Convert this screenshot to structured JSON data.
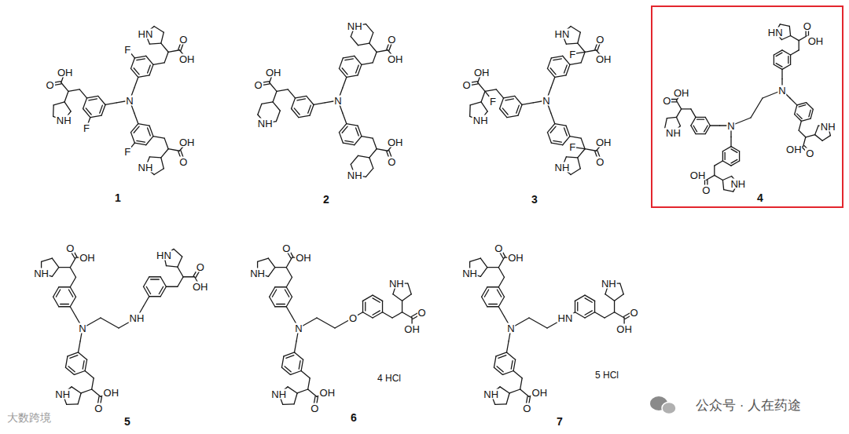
{
  "diagram": {
    "nodes": [
      {
        "text": [
          "4"
        ]
      }
    ],
    "labels": [
      "N",
      "O",
      "OH",
      "HN",
      "F",
      "O",
      "OH",
      "NH",
      "F",
      "O",
      "OH",
      "NH",
      "F",
      "1",
      "N",
      "O",
      "OH",
      "NH",
      "O",
      "OH",
      "NH",
      "O",
      "OH",
      "NH",
      "2",
      "N",
      "O",
      "OH",
      "HN",
      "F",
      "O",
      "OH",
      "NH",
      "F",
      "O",
      "OH",
      "NH",
      "F",
      "3",
      "N",
      "N",
      "O",
      "OH",
      "NH",
      "O",
      "OH",
      "NH",
      "O",
      "OH",
      "HN",
      "O",
      "OH",
      "NH",
      "N",
      "NH",
      "O",
      "OH",
      "NH",
      "O",
      "OH",
      "NH",
      "O",
      "OH",
      "HN",
      "5",
      "N",
      "O",
      "O",
      "OH",
      "NH",
      "O",
      "OH",
      "NH",
      "O",
      "OH",
      "NH",
      "4 HCl",
      "6",
      "N",
      "HN",
      "O",
      "OH",
      "NH",
      "O",
      "OH",
      "NH",
      "O",
      "OH",
      "NH",
      "5 HCl",
      "7",
      "公众号 · 人在药途",
      "大数跨境"
    ]
  }
}
